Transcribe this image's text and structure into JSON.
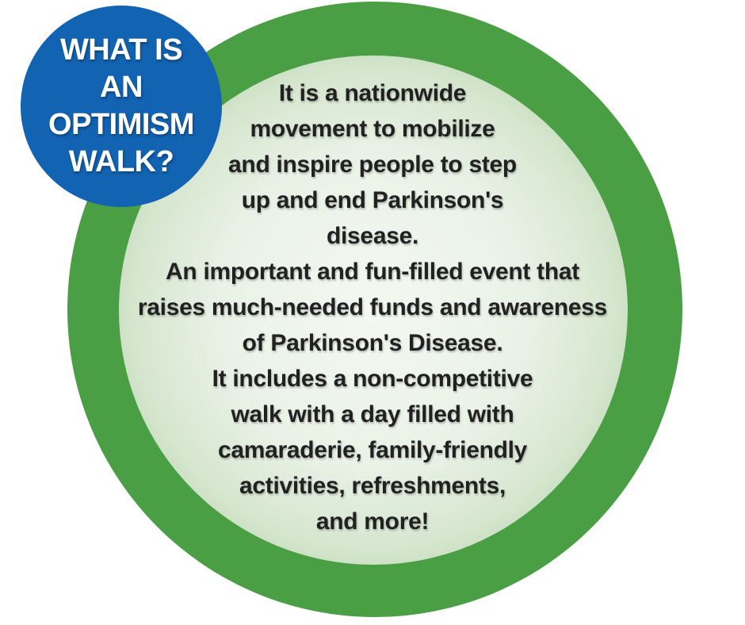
{
  "graphic": {
    "badge": {
      "lines": [
        "WHAT IS",
        "AN",
        "OPTIMISM",
        "WALK?"
      ]
    },
    "paragraphs": {
      "intro": [
        "It is a nationwide",
        "movement to mobilize",
        "and inspire people to step",
        "up and end Parkinson's",
        "disease."
      ],
      "event": [
        "An important and fun-filled event that",
        "raises much-needed funds and awareness",
        "of Parkinson's Disease."
      ],
      "activities": [
        "It includes a non-competitive",
        "walk with a day filled with",
        "camaraderie, family-friendly",
        "activities, refreshments,",
        "and more!"
      ]
    }
  },
  "colors": {
    "background": "#ffffff",
    "ring_green": "#4a9e44",
    "inner_edge_green": "#83b878",
    "inner_center": "#f4f8f2",
    "badge_blue": "#1263b2",
    "badge_text": "#ffffff",
    "body_text": "#212121"
  }
}
